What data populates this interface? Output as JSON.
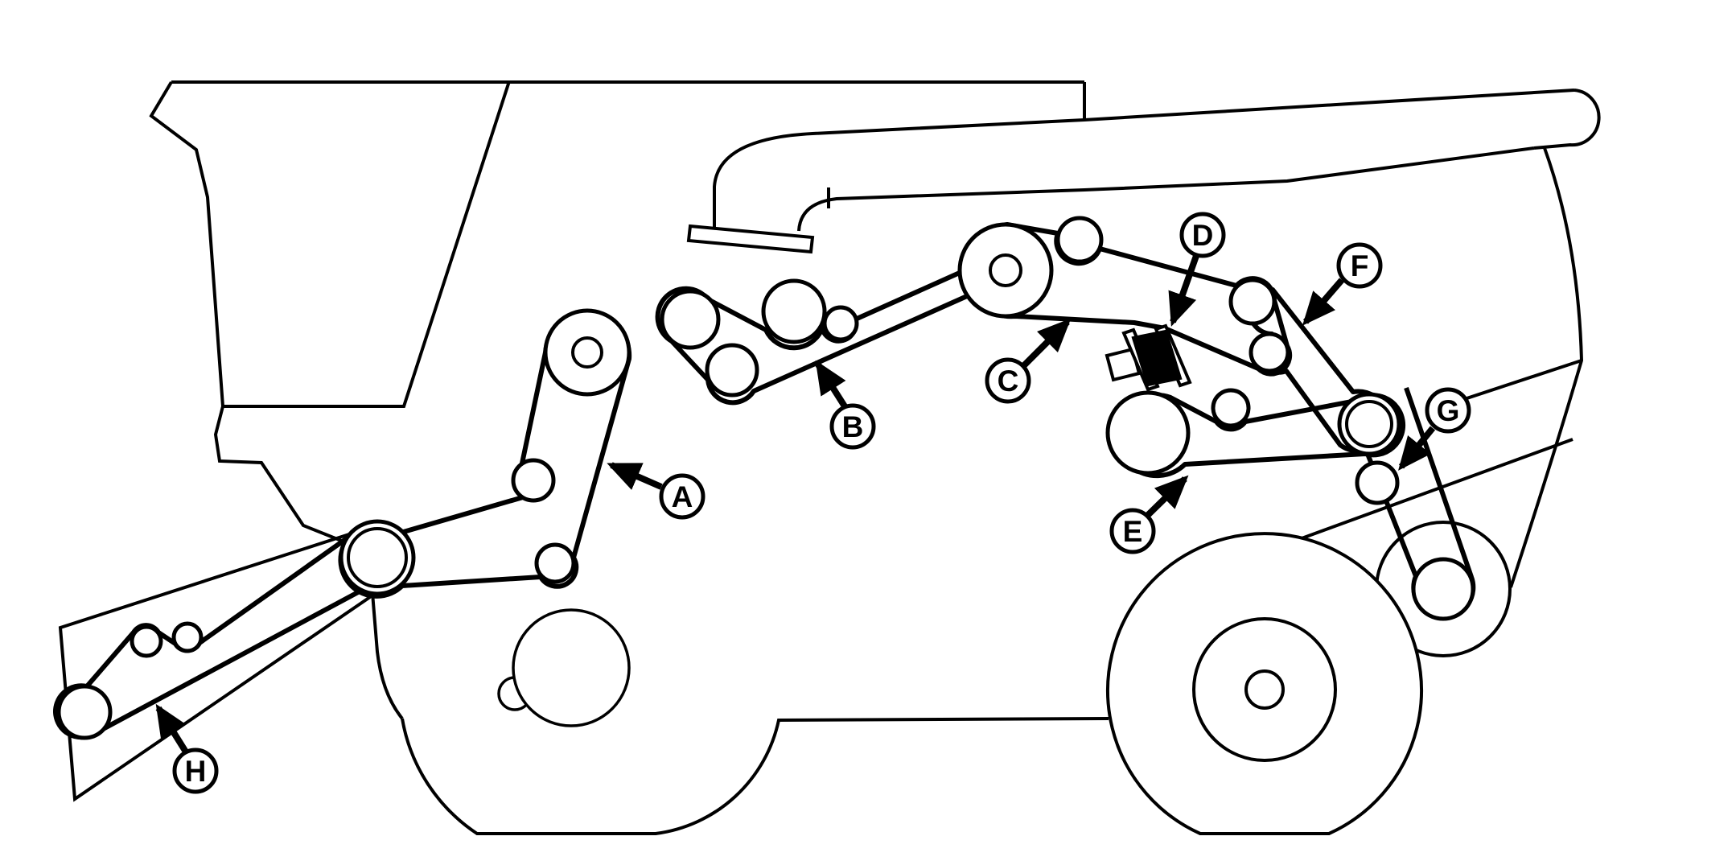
{
  "figure": {
    "background_color": "#ffffff",
    "line_color": "#000000"
  },
  "callouts": [
    {
      "letter": "A"
    },
    {
      "letter": "B"
    },
    {
      "letter": "C"
    },
    {
      "letter": "D"
    },
    {
      "letter": "E"
    },
    {
      "letter": "F"
    },
    {
      "letter": "G"
    },
    {
      "letter": "H"
    }
  ]
}
